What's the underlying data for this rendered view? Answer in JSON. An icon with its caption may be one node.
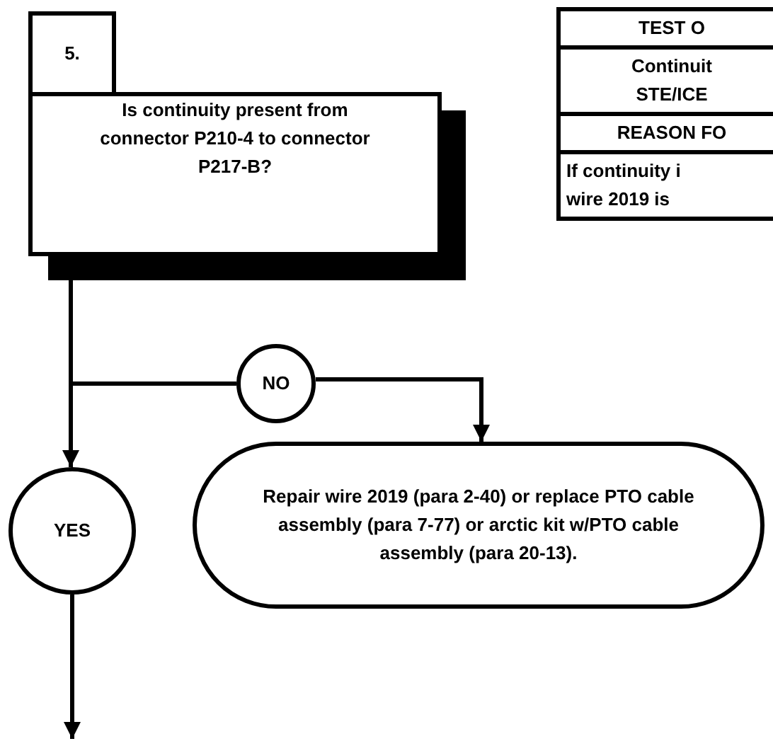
{
  "diagram": {
    "nodes": [
      {
        "text": [
          "5."
        ]
      },
      {
        "text": [
          "Is continuity present from connector P210-4 to connector P217-B?"
        ]
      },
      {
        "text": [
          "NO"
        ]
      },
      {
        "text": [
          "YES"
        ]
      },
      {
        "text": [
          "Repair wire 2019 (para 2-40) or replace PTO cable assembly (para 7-77) or arctic kit w/PTO cable assembly (para 20-13)."
        ]
      }
    ],
    "edges": [
      {
        "from": 1,
        "to": 3,
        "arrow": "to"
      },
      {
        "from": 1,
        "to": 2,
        "arrow": "none"
      },
      {
        "from": 2,
        "to": 4,
        "arrow": "to"
      },
      {
        "from": 3,
        "to": null,
        "arrow": "to"
      }
    ],
    "labels": [
      "TEST O",
      "Continuit",
      "STE/ICE",
      "REASON FO",
      "If continuity i",
      "wire 2019 is"
    ]
  }
}
